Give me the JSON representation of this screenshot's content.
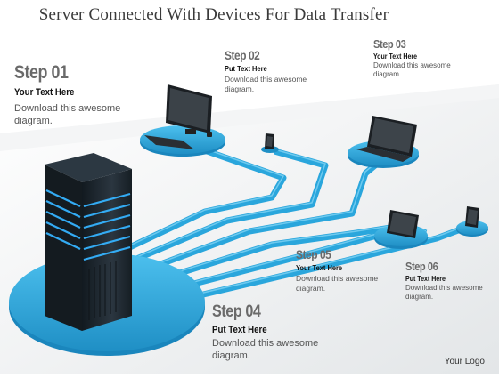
{
  "title": "Server Connected With Devices For Data Transfer",
  "steps": [
    {
      "heading": "Step 01",
      "subtitle": "Your Text Here",
      "body_line1": "Download this awesome",
      "body_line2": "diagram."
    },
    {
      "heading": "Step 02",
      "subtitle": "Put  Text Here",
      "body_line1": "Download this awesome",
      "body_line2": "diagram."
    },
    {
      "heading": "Step 03",
      "subtitle": "Your Text Here",
      "body_line1": "Download this awesome",
      "body_line2": "diagram."
    },
    {
      "heading": "Step 04",
      "subtitle": "Put Text Here",
      "body_line1": "Download this awesome",
      "body_line2": "diagram."
    },
    {
      "heading": "Step 05",
      "subtitle": "Your Text Here",
      "body_line1": "Download this awesome",
      "body_line2": "diagram."
    },
    {
      "heading": "Step 06",
      "subtitle": "Put Text Here",
      "body_line1": "Download this awesome",
      "body_line2": "diagram."
    }
  ],
  "logo": "Your Logo",
  "colors": {
    "accent": "#29a3d8",
    "accent_dark": "#1378a8",
    "server": "#1f2a33",
    "glow": "#3ab6ff"
  }
}
